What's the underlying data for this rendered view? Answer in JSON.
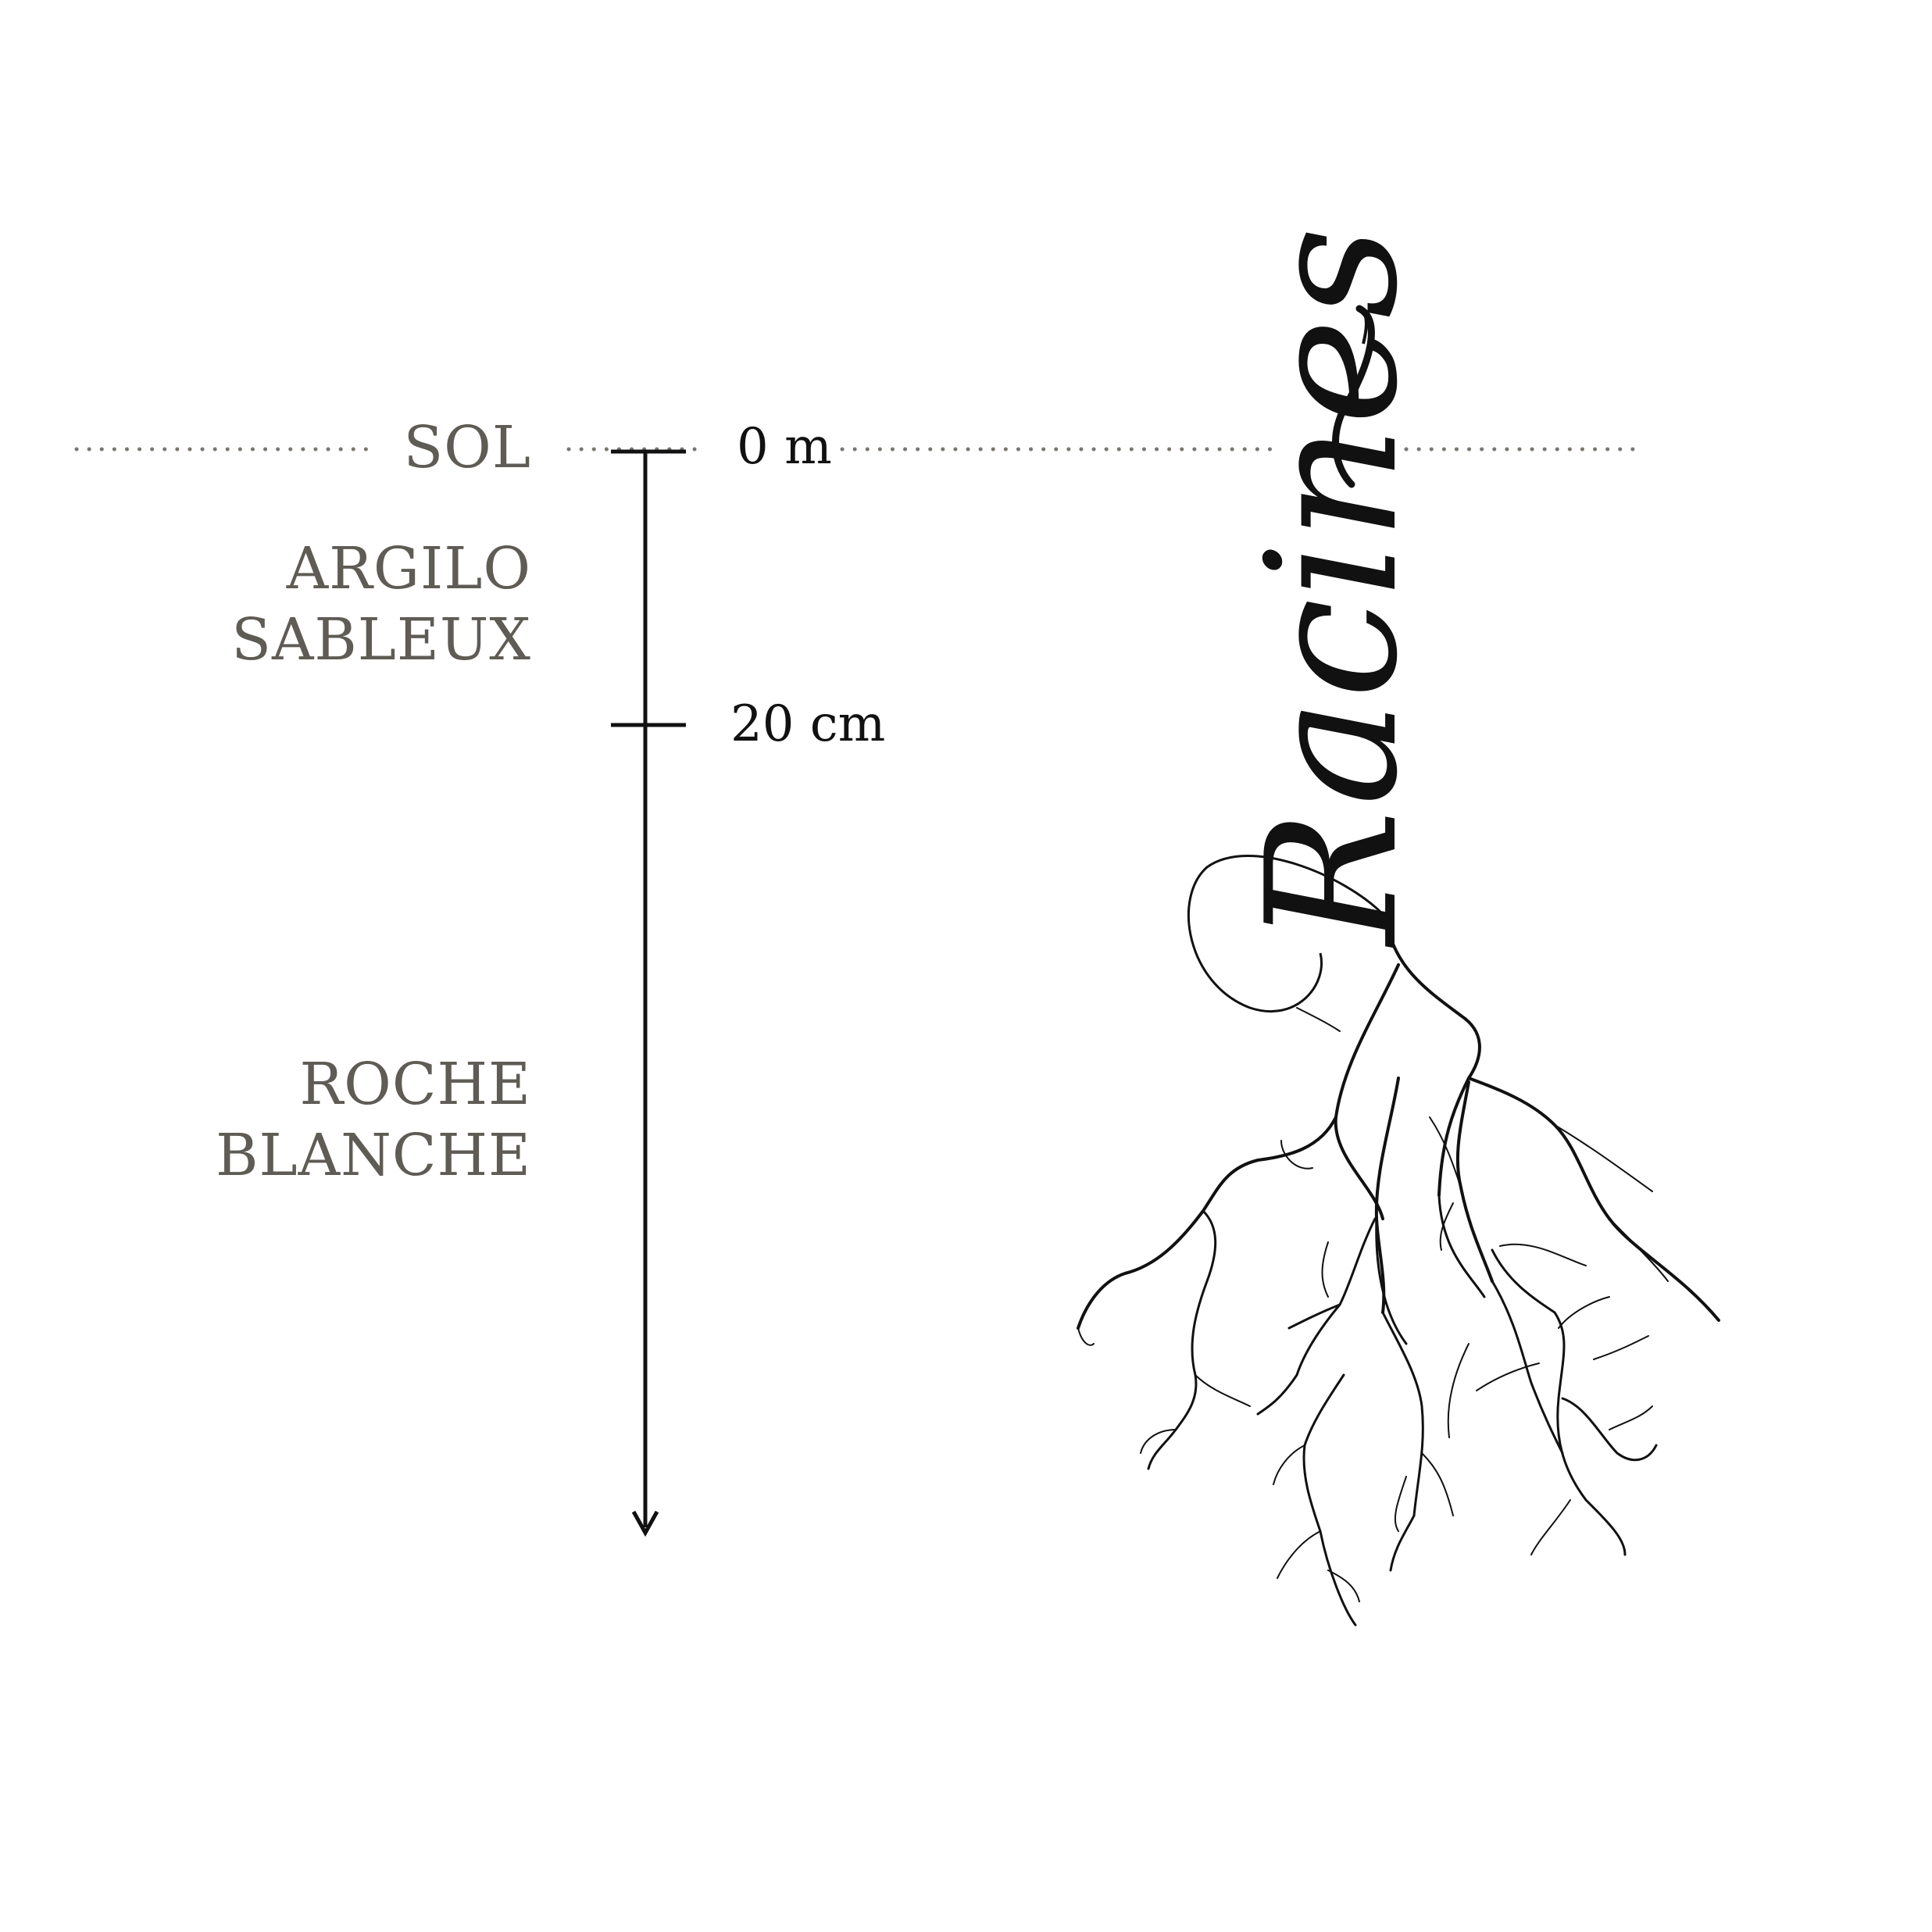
{
  "labels": {
    "sol": "SOL",
    "argilo_line1": "ARGILO",
    "argilo_line2": "SABLEUX",
    "roche_line1": "ROCHE",
    "roche_line2": "BLANCHE"
  },
  "scale": {
    "top_mark": "0 m",
    "mid_mark": "20 cm"
  },
  "roots_title": "Racines",
  "colors": {
    "layer_label": "#5f5b55",
    "ink": "#111111",
    "dots": "#7a7670"
  }
}
